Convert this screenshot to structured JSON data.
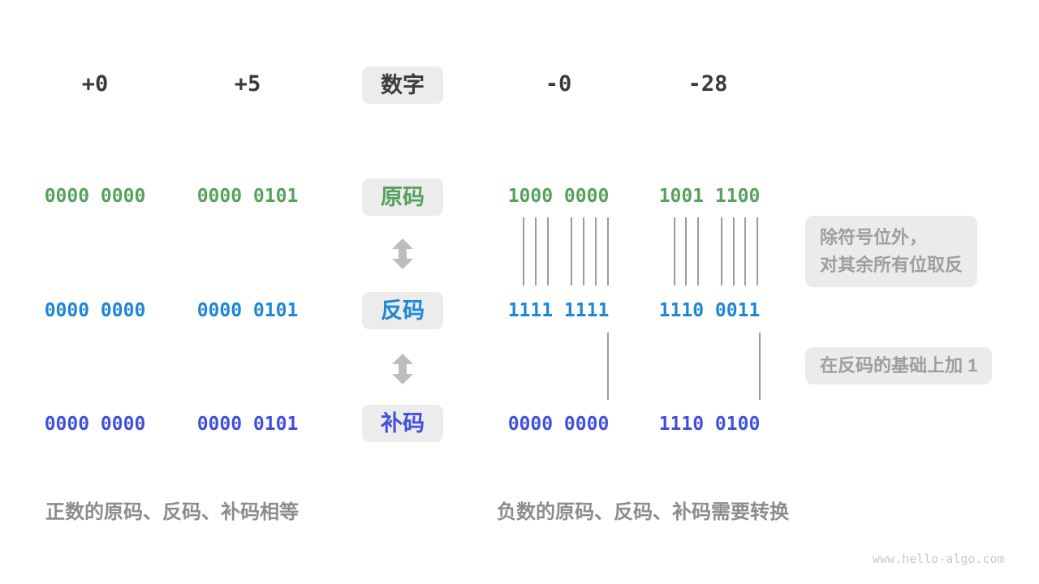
{
  "figure": {
    "header": {
      "values": [
        "+0",
        "+5",
        "-0",
        "-28"
      ],
      "label": "数字"
    },
    "rows": [
      {
        "label": "原码",
        "values": [
          "0000 0000",
          "0000 0101",
          "1000 0000",
          "1001 1100"
        ]
      },
      {
        "label": "反码",
        "values": [
          "0000 0000",
          "0000 0101",
          "1111 1111",
          "1110 0011"
        ]
      },
      {
        "label": "补码",
        "values": [
          "0000 0000",
          "0000 0101",
          "0000 0000",
          "1110 0100"
        ]
      }
    ],
    "annotations": {
      "invert_line1": "除符号位外，",
      "invert_line2": "对其余所有位取反",
      "add_one": "在反码的基础上加 1"
    },
    "captions": {
      "positive": "正数的原码、反码、补码相等",
      "negative": "负数的原码、反码、补码需要转换"
    },
    "watermark": "www.hello-algo.com",
    "colors": {
      "sign_magnitude_green": "#57a05d",
      "ones_complement_blue": "#1e86d6",
      "twos_complement_indigo": "#4150dc",
      "number_text": "#3a3a3a",
      "badge_background": "#ececec",
      "annotation_text": "#9e9e9e",
      "caption_text": "#8c8c8c",
      "arrow_gray": "#bdbdbd",
      "connector_line": "#9c9c9c"
    }
  }
}
